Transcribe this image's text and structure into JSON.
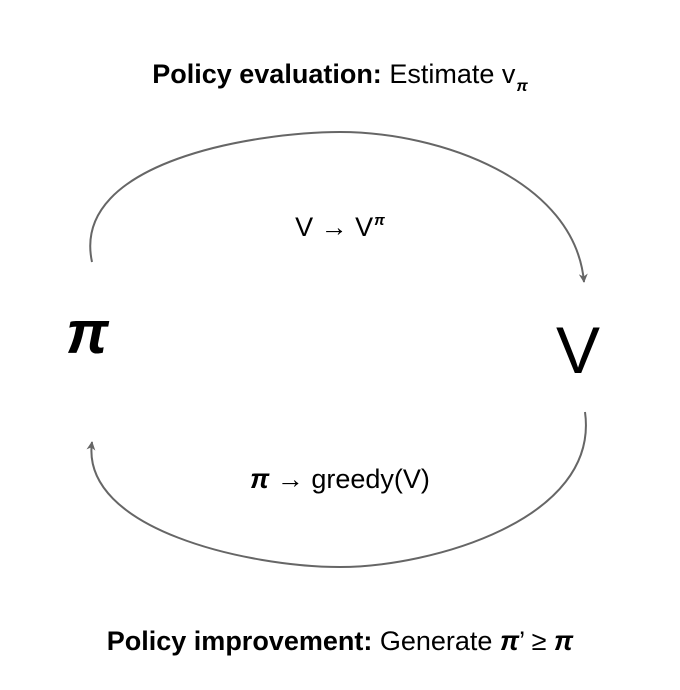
{
  "top_heading": {
    "bold": "Policy evaluation:",
    "text": "Estimate v",
    "subscript": "π"
  },
  "bottom_heading": {
    "bold": "Policy improvement:",
    "text": "Generate ",
    "pi": "π",
    "rest": "’ ≥ ",
    "pi2": "π"
  },
  "nodes": {
    "left": "π",
    "right": "V"
  },
  "arrow_labels": {
    "top": {
      "text": "V → V",
      "superscript": "π"
    },
    "bottom": {
      "pi": "π",
      "text": " → greedy(V)"
    }
  },
  "colors": {
    "arrow": "#666666",
    "text": "#000000"
  }
}
